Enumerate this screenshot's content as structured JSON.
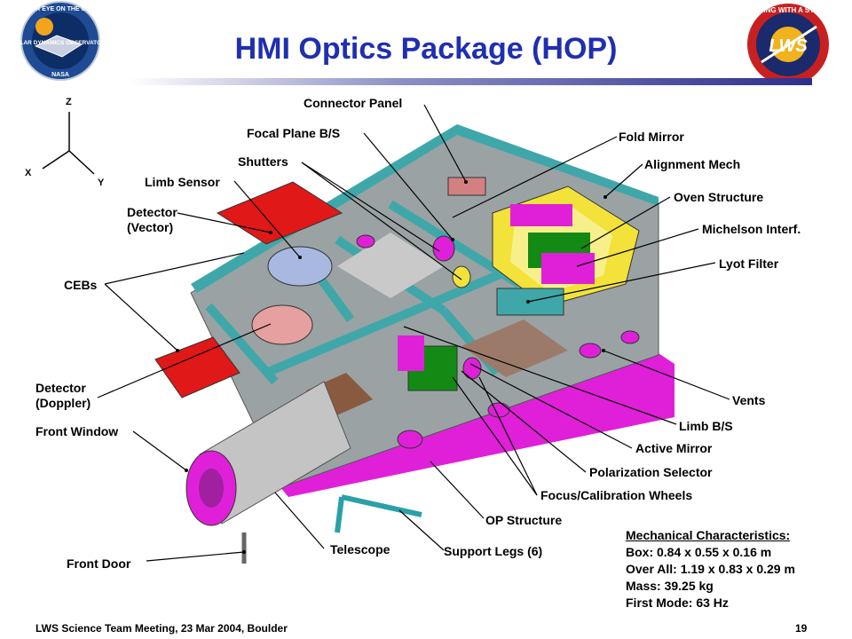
{
  "title": "HMI Optics Package (HOP)",
  "logos": {
    "sdo": "SOLAR DYNAMICS OBSERVATORY",
    "sdo_ring": "OUR EYE ON THE SUN",
    "sdo_nasa": "NASA",
    "lws": "LWS",
    "lws_ring": "LIVING WITH A STAR"
  },
  "axes": {
    "z": "Z",
    "x": "X",
    "y": "Y"
  },
  "labels": {
    "connector_panel": "Connector Panel",
    "focal_plane_bs": "Focal Plane B/S",
    "shutters": "Shutters",
    "limb_sensor": "Limb Sensor",
    "detector_vector_1": "Detector",
    "detector_vector_2": "(Vector)",
    "cebs": "CEBs",
    "detector_doppler_1": "Detector",
    "detector_doppler_2": "(Doppler)",
    "front_window": "Front Window",
    "front_door": "Front Door",
    "telescope": "Telescope",
    "support_legs": "Support Legs (6)",
    "op_structure": "OP Structure",
    "focus_wheels": "Focus/Calibration Wheels",
    "polarization_selector": "Polarization Selector",
    "active_mirror": "Active Mirror",
    "limb_bs": "Limb B/S",
    "vents": "Vents",
    "fold_mirror": "Fold Mirror",
    "alignment_mech": "Alignment Mech",
    "oven_structure": "Oven Structure",
    "michelson": "Michelson Interf.",
    "lyot_filter": "Lyot Filter"
  },
  "mechanical": {
    "heading": "Mechanical Characteristics:",
    "box": "Box: 0.84 x 0.55 x 0.16 m",
    "overall": "Over All: 1.19 x 0.83 x 0.29 m",
    "mass": "Mass: 39.25 kg",
    "first_mode": "First Mode: 63 Hz"
  },
  "footer": {
    "meeting": "LWS Science Team Meeting, 23 Mar 2004, Boulder",
    "page": "19"
  },
  "colors": {
    "title": "#1f2fb0",
    "structure_gray": "#9aa2a4",
    "structure_teal": "#3fa7a9",
    "magenta": "#e020d8",
    "red": "#e01818",
    "green": "#138a13",
    "yellow": "#f2e23a",
    "brown": "#8a5a40"
  }
}
